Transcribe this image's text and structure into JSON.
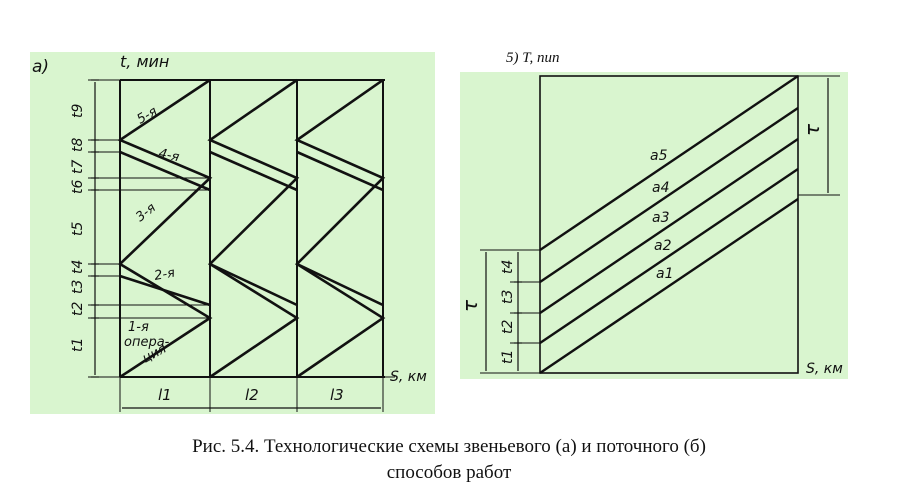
{
  "panel_a": {
    "label": "а)",
    "y_axis": "t, мин",
    "x_axis": "S, км",
    "time_labels": [
      "t1",
      "t2",
      "t3",
      "t4",
      "t5",
      "t6",
      "t7",
      "t8",
      "t9"
    ],
    "section_labels": [
      "l1",
      "l2",
      "l3"
    ],
    "operations": [
      "1-я",
      "опера-",
      "ция",
      "2-я",
      "3-я",
      "4-я",
      "5-я"
    ]
  },
  "panel_b": {
    "label": "5) T, nun",
    "x_axis": "S, км",
    "tau": "τ",
    "time_labels": [
      "t1",
      "t2",
      "t3",
      "t4"
    ],
    "line_labels": [
      "a5",
      "a4",
      "a3",
      "a2",
      "a1"
    ]
  },
  "caption": {
    "line1": "Рис. 5.4. Технологические схемы звеньевого (а) и поточного (б)",
    "line2": "способов работ"
  }
}
